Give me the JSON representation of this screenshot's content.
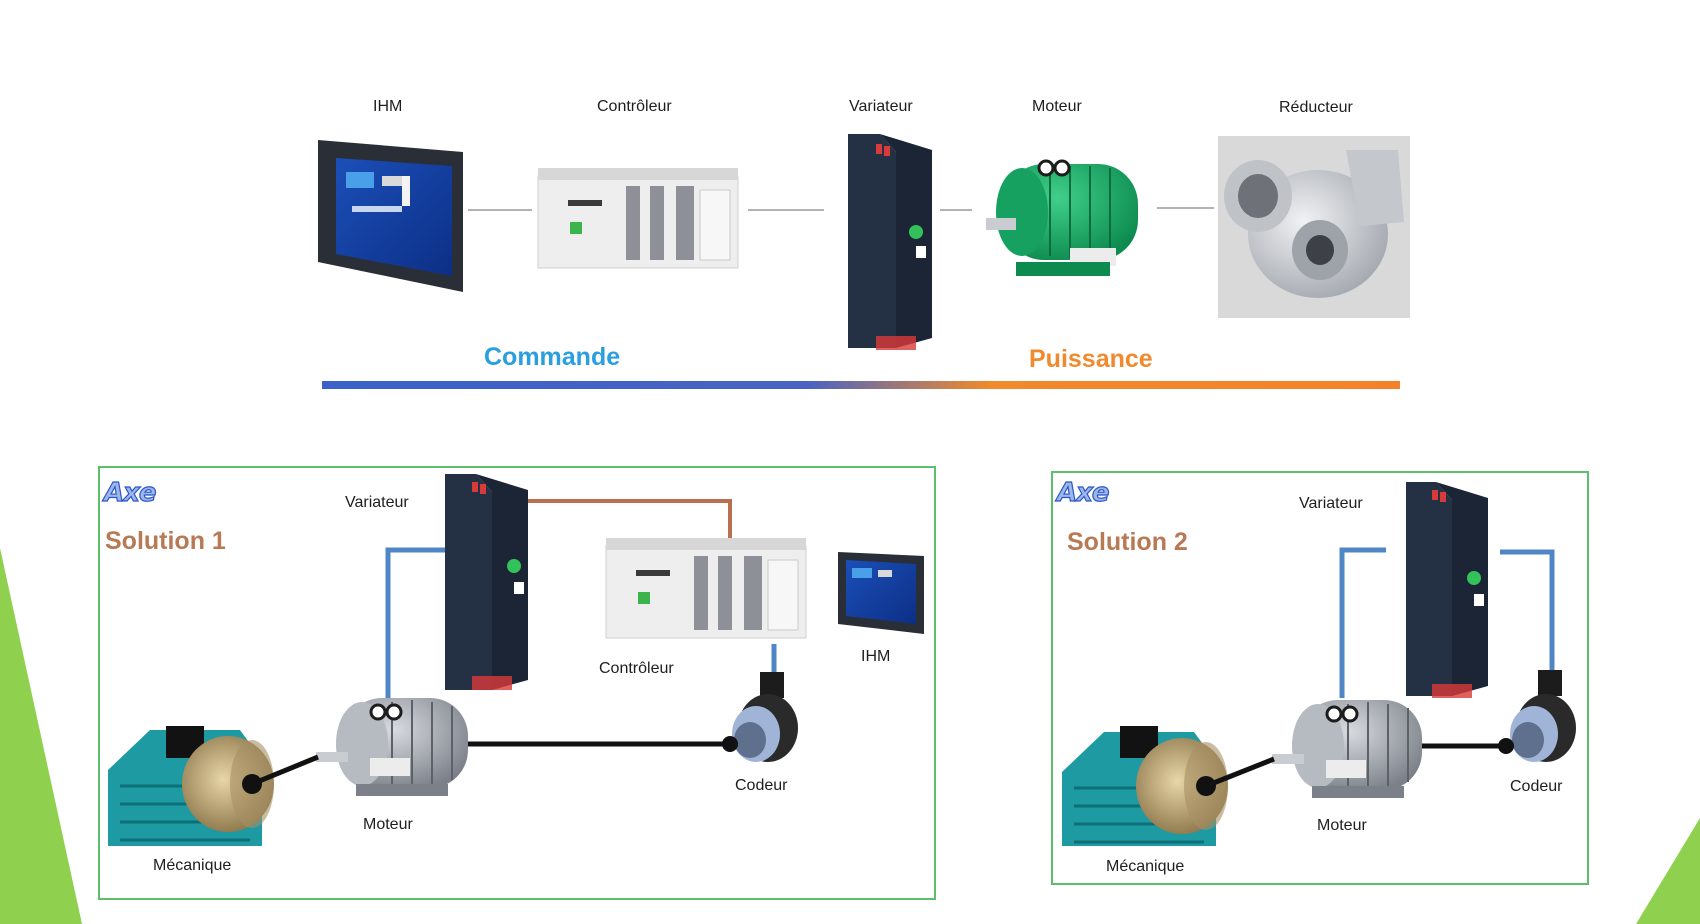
{
  "top_chain": {
    "ihm": "IHM",
    "controleur": "Contrôleur",
    "variateur": "Variateur",
    "moteur": "Moteur",
    "reducteur": "Réducteur"
  },
  "bands": {
    "commande": "Commande",
    "puissance": "Puissance"
  },
  "solution1": {
    "axe": "Axe",
    "title": "Solution 1",
    "variateur": "Variateur",
    "controleur": "Contrôleur",
    "ihm": "IHM",
    "codeur": "Codeur",
    "moteur": "Moteur",
    "mecanique": "Mécanique"
  },
  "solution2": {
    "axe": "Axe",
    "title": "Solution 2",
    "variateur": "Variateur",
    "codeur": "Codeur",
    "moteur": "Moteur",
    "mecanique": "Mécanique"
  },
  "colors": {
    "commande": "#2a9fe0",
    "puissance": "#f08a2c",
    "solution_title": "#b87a55",
    "panel_border": "#5cbf6a",
    "signal_wire": "#4f86c6",
    "com_wire": "#b87050",
    "accent_green": "#8fd14f"
  }
}
